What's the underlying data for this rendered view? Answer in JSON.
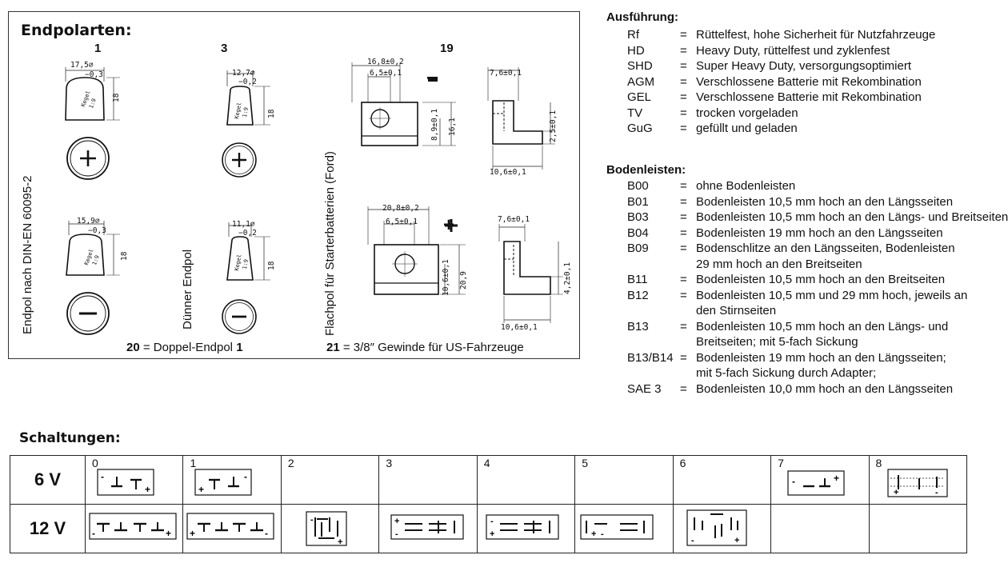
{
  "endpolarten": {
    "title": "Endpolarten:",
    "col_labels": {
      "c1": "1",
      "c3": "3",
      "c19": "19"
    },
    "dims": {
      "p1_top": "17,5⌀",
      "p1_top_tol": "−0,3",
      "p1_h": "18",
      "p1b_top": "15,9⌀",
      "p1b_top_tol": "−0,3",
      "p1b_h": "18",
      "p3_top": "12,7⌀",
      "p3_top_tol": "−0,2",
      "p3_h": "18",
      "p3b_top": "11,1⌀",
      "p3b_top_tol": "−0,2",
      "p3b_h": "18",
      "kegel": "Kegel",
      "kegel_ratio": "1:9",
      "f19_w": "16,8±0,2",
      "f19_hole": "6,5±0,1",
      "f19_h1": "8,9±0,1",
      "f19_h2": "16,1",
      "f19_side_w": "7,6±0,1",
      "f19_side_h": "2,5±0,1",
      "f19_side_b": "10,6±0,1",
      "f19p_w": "20,8±0,2",
      "f19p_hole": "6,5±0,1",
      "f19p_h1": "10,6±0,1",
      "f19p_h2": "20,9",
      "f19p_side_w": "7,6±0,1",
      "f19p_side_h": "4,2±0,1",
      "f19p_side_b": "10,6±0,1"
    },
    "vertical_labels": {
      "din": "Endpol nach DIN-EN 60095-2",
      "duenner": "Dünner Endpol",
      "flachpol": "Flachpol für Starterbatterien (Ford)"
    },
    "polarity": {
      "plus": "+",
      "minus": "−"
    },
    "footer": {
      "n20": "20",
      "t20": " = Doppel-Endpol ",
      "n20b": "1",
      "n21": "21",
      "t21": " = 3/8″ Gewinde für US-Fahrzeuge"
    }
  },
  "ausfuehrung": {
    "title": "Ausführung:",
    "rows": [
      {
        "code": "Rf",
        "desc": "Rüttelfest, hohe Sicherheit für Nutzfahrzeuge"
      },
      {
        "code": "HD",
        "desc": "Heavy Duty, rüttelfest und zyklenfest"
      },
      {
        "code": "SHD",
        "desc": "Super Heavy Duty, versorgungsoptimiert"
      },
      {
        "code": "AGM",
        "desc": "Verschlossene Batterie mit Rekombination"
      },
      {
        "code": "GEL",
        "desc": "Verschlossene Batterie mit Rekombination"
      },
      {
        "code": "TV",
        "desc": "trocken vorgeladen"
      },
      {
        "code": "GuG",
        "desc": "gefüllt und geladen"
      }
    ]
  },
  "bodenleisten": {
    "title": "Bodenleisten:",
    "rows": [
      {
        "code": "B00",
        "lines": [
          "ohne Bodenleisten"
        ]
      },
      {
        "code": "B01",
        "lines": [
          "Bodenleisten 10,5 mm hoch an den Längsseiten"
        ]
      },
      {
        "code": "B03",
        "lines": [
          "Bodenleisten 10,5 mm hoch an den Längs- und Breitseiten"
        ]
      },
      {
        "code": "B04",
        "lines": [
          "Bodenleisten 19 mm hoch an den Längsseiten"
        ]
      },
      {
        "code": "B09",
        "lines": [
          "Bodenschlitze an den Längsseiten, Bodenleisten",
          "29 mm hoch an den  Breitseiten"
        ]
      },
      {
        "code": "B11",
        "lines": [
          "Bodenleisten 10,5 mm hoch an den Breitseiten"
        ]
      },
      {
        "code": "B12",
        "lines": [
          "Bodenleisten 10,5 mm und 29 mm hoch, jeweils an",
          "den Stirnseiten"
        ]
      },
      {
        "code": "B13",
        "lines": [
          "Bodenleisten 10,5 mm hoch an den Längs- und",
          "Breitseiten; mit 5-fach Sickung"
        ]
      },
      {
        "code": "B13/B14",
        "lines": [
          "Bodenleisten 19 mm hoch an den Längsseiten;",
          "mit 5-fach Sickung durch Adapter;"
        ]
      },
      {
        "code": "SAE 3",
        "lines": [
          "Bodenleisten 10,0 mm hoch an den Längsseiten"
        ]
      }
    ]
  },
  "schaltungen": {
    "title": "Schaltungen:",
    "columns": [
      "0",
      "1",
      "2",
      "3",
      "4",
      "5",
      "6",
      "7",
      "8"
    ],
    "rows": [
      "6 V",
      "12 V"
    ]
  }
}
